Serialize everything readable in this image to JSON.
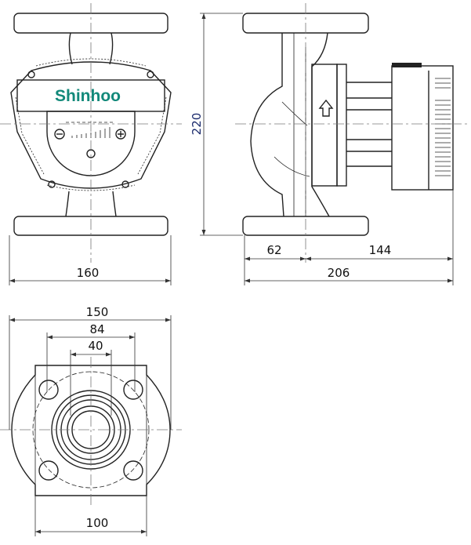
{
  "brand": {
    "logo_text": "Shinhoo",
    "logo_color": "#13897a"
  },
  "front_view": {
    "width_label": "160"
  },
  "side_view": {
    "height_label": "220",
    "inlet_offset_label": "62",
    "motor_length_label": "144",
    "total_length_label": "206"
  },
  "flange_view": {
    "flange_width_label": "150",
    "bolt_spacing_label": "84",
    "bore_label": "40",
    "plate_width_label": "100"
  }
}
